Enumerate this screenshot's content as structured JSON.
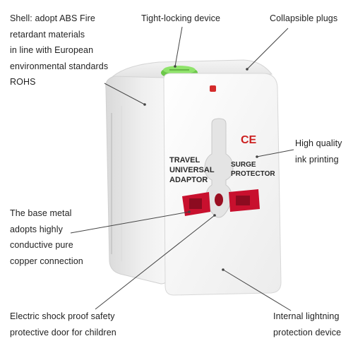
{
  "callouts": {
    "shell": "Shell: adopt ABS Fire\nretardant materials\nin line with European\nenvironmental standards\nROHS",
    "tight_locking": "Tight-locking device",
    "collapsible": "Collapsible plugs",
    "ink": "High quality\nink printing",
    "base_metal": "The base metal\nadopts highly\nconductive pure\ncopper connection",
    "shock": "Electric shock proof safety\nprotective door for children",
    "lightning": "Internal lightning\nprotection device"
  },
  "device": {
    "label_left": [
      "TRAVEL",
      "UNIVERSAL",
      "ADAPTOR"
    ],
    "label_right": [
      "SURGE",
      "PROTECTOR"
    ],
    "mark": "CE"
  },
  "colors": {
    "body": "#ffffff",
    "button": "#7ed957",
    "socket": "#c8102e",
    "line": "#444444"
  }
}
